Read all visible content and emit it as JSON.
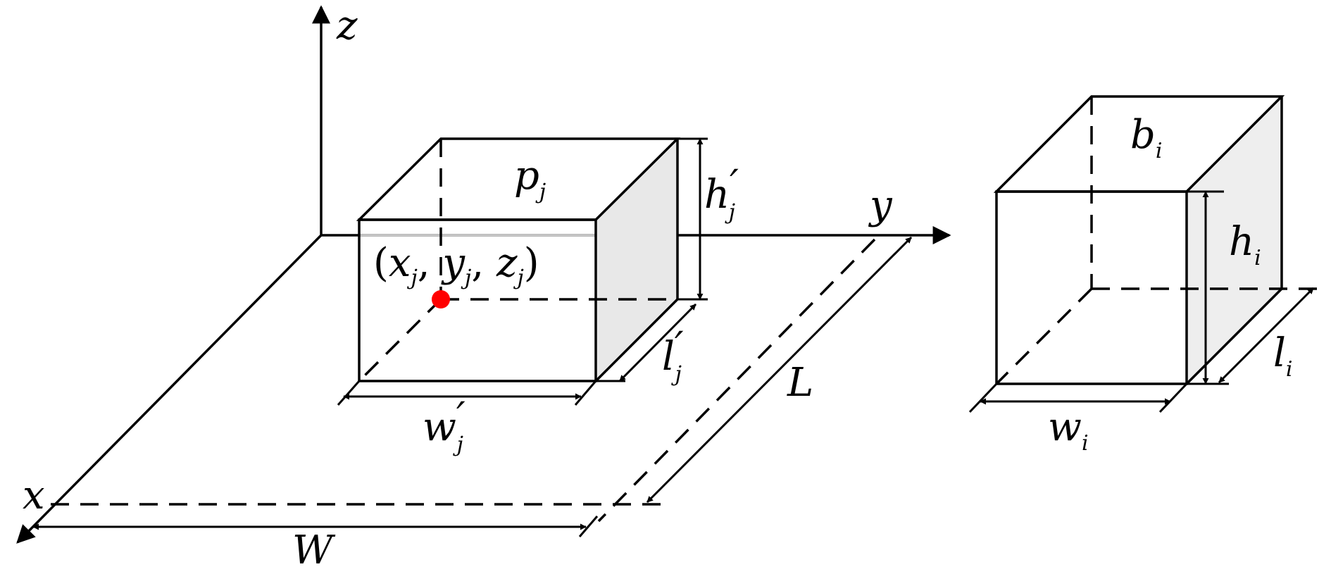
{
  "axes": {
    "x": "x",
    "y": "y",
    "z": "z"
  },
  "bin": {
    "width_label": "W",
    "length_label": "L"
  },
  "placed_box": {
    "name": "p",
    "sub": "j",
    "height": "h",
    "length": "l",
    "width": "w",
    "prime": "′",
    "position": {
      "x": "x",
      "y": "y",
      "z": "z",
      "sub": "j"
    },
    "origin_color": "#ff0000",
    "side_fill": "#e8e8e8"
  },
  "item_box": {
    "name": "b",
    "sub": "i",
    "height": "h",
    "length": "l",
    "width": "w",
    "side_fill": "#eeeeee"
  }
}
